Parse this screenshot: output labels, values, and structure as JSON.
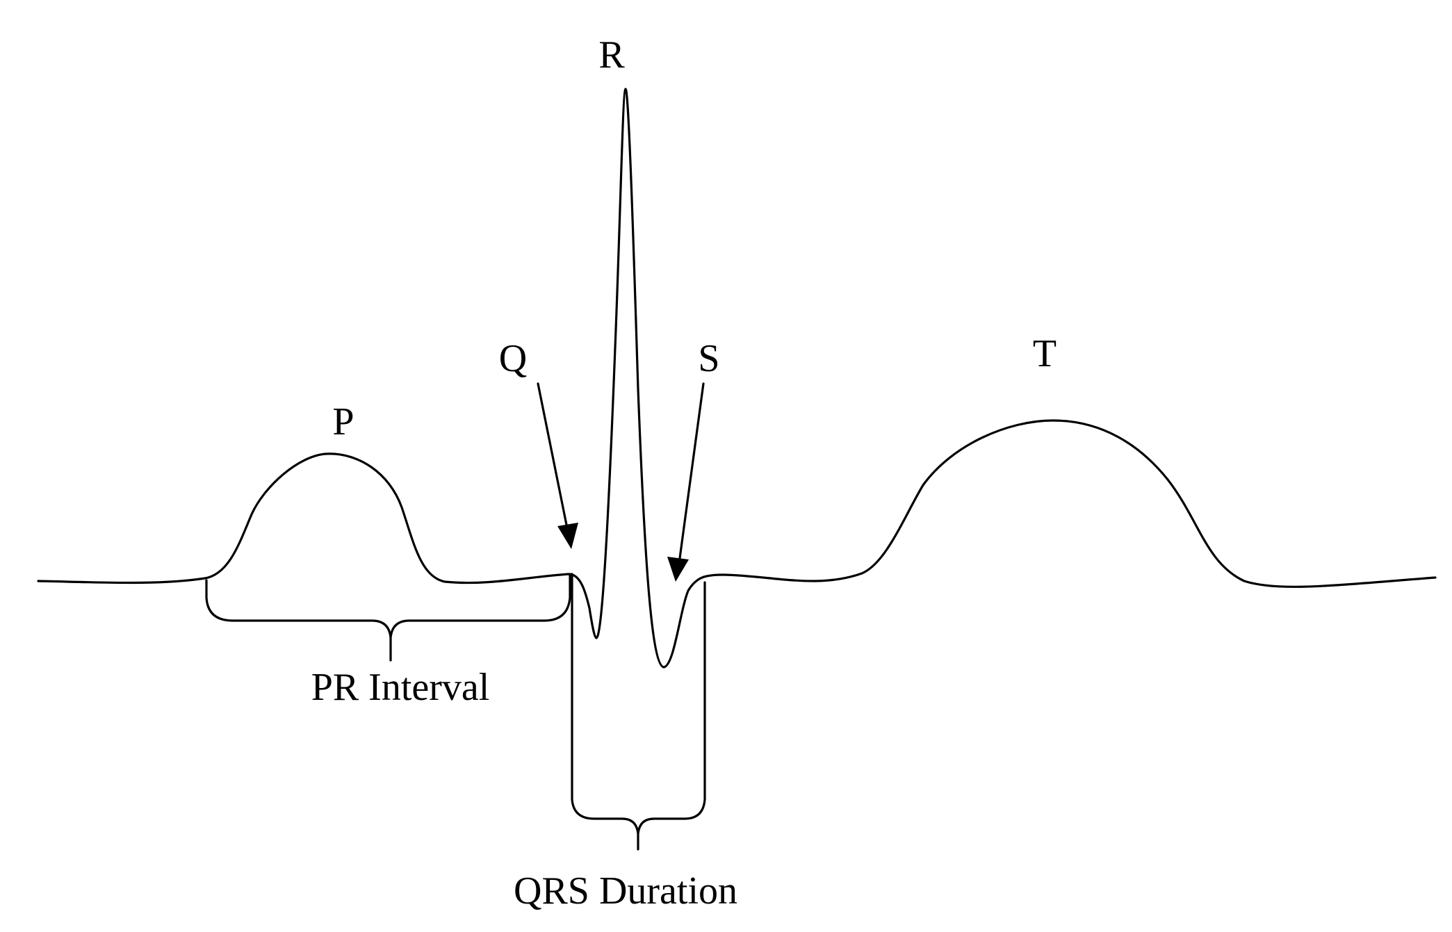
{
  "diagram": {
    "subject": "ECG waveform",
    "labels": {
      "p": "P",
      "q": "Q",
      "r": "R",
      "s": "S",
      "t": "T",
      "pr_interval": "PR Interval",
      "qrs_duration": "QRS Duration"
    },
    "colors": {
      "stroke": "#000000",
      "background": "#ffffff"
    }
  }
}
